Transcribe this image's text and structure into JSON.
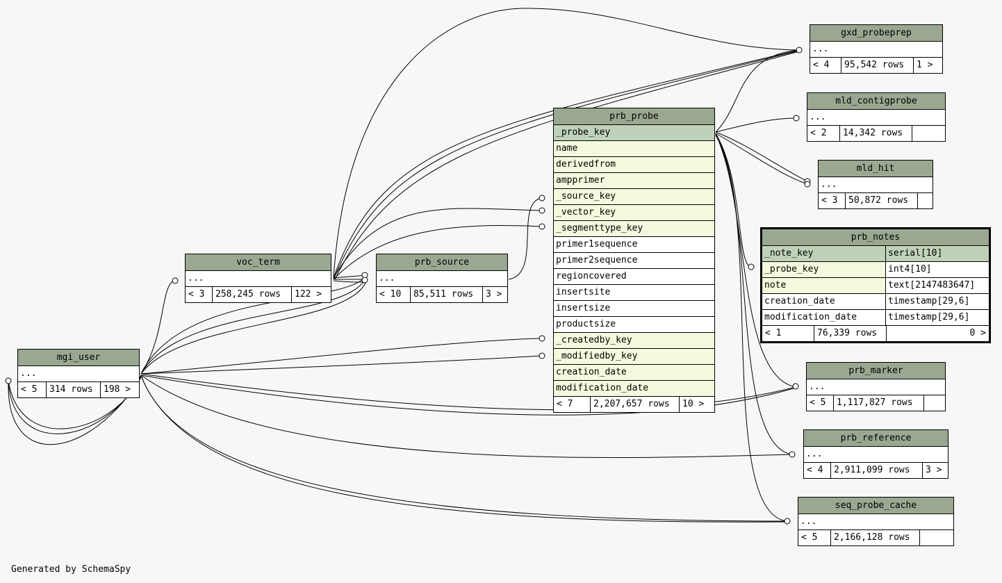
{
  "footer_text": "Generated by SchemaSpy",
  "tables": {
    "gxd_probeprep": {
      "name": "gxd_probeprep",
      "row": "...",
      "parents": "< 4",
      "rows": "95,542 rows",
      "children": "1 >"
    },
    "mld_contigprobe": {
      "name": "mld_contigprobe",
      "row": "...",
      "parents": "< 2",
      "rows": "14,342 rows",
      "children": ""
    },
    "mld_hit": {
      "name": "mld_hit",
      "row": "...",
      "parents": "< 3",
      "rows": "50,872 rows",
      "children": ""
    },
    "prb_notes": {
      "name": "prb_notes",
      "columns": [
        {
          "name": "_note_key",
          "type": "serial[10]"
        },
        {
          "name": "_probe_key",
          "type": "int4[10]"
        },
        {
          "name": "note",
          "type": "text[2147483647]"
        },
        {
          "name": "creation_date",
          "type": "timestamp[29,6]"
        },
        {
          "name": "modification_date",
          "type": "timestamp[29,6]"
        }
      ],
      "parents": "< 1",
      "rows": "76,339 rows",
      "children": "0 >"
    },
    "prb_probe": {
      "name": "prb_probe",
      "columns": [
        "_probe_key",
        "name",
        "derivedfrom",
        "ampprimer",
        "_source_key",
        "_vector_key",
        "_segmenttype_key",
        "primer1sequence",
        "primer2sequence",
        "regioncovered",
        "insertsite",
        "insertsize",
        "productsize",
        "_createdby_key",
        "_modifiedby_key",
        "creation_date",
        "modification_date"
      ],
      "parents": "< 7",
      "rows": "2,207,657 rows",
      "children": "10 >"
    },
    "voc_term": {
      "name": "voc_term",
      "row": "...",
      "parents": "< 3",
      "rows": "258,245 rows",
      "children": "122 >"
    },
    "prb_source": {
      "name": "prb_source",
      "row": "...",
      "parents": "< 10",
      "rows": "85,511 rows",
      "children": "3 >"
    },
    "mgi_user": {
      "name": "mgi_user",
      "row": "...",
      "parents": "< 5",
      "rows": "314 rows",
      "children": "198 >"
    },
    "prb_marker": {
      "name": "prb_marker",
      "row": "...",
      "parents": "< 5",
      "rows": "1,117,827 rows",
      "children": ""
    },
    "prb_reference": {
      "name": "prb_reference",
      "row": "...",
      "parents": "< 4",
      "rows": "2,911,099 rows",
      "children": "3 >"
    },
    "seq_probe_cache": {
      "name": "seq_probe_cache",
      "row": "...",
      "parents": "< 5",
      "rows": "2,166,128 rows",
      "children": ""
    }
  }
}
